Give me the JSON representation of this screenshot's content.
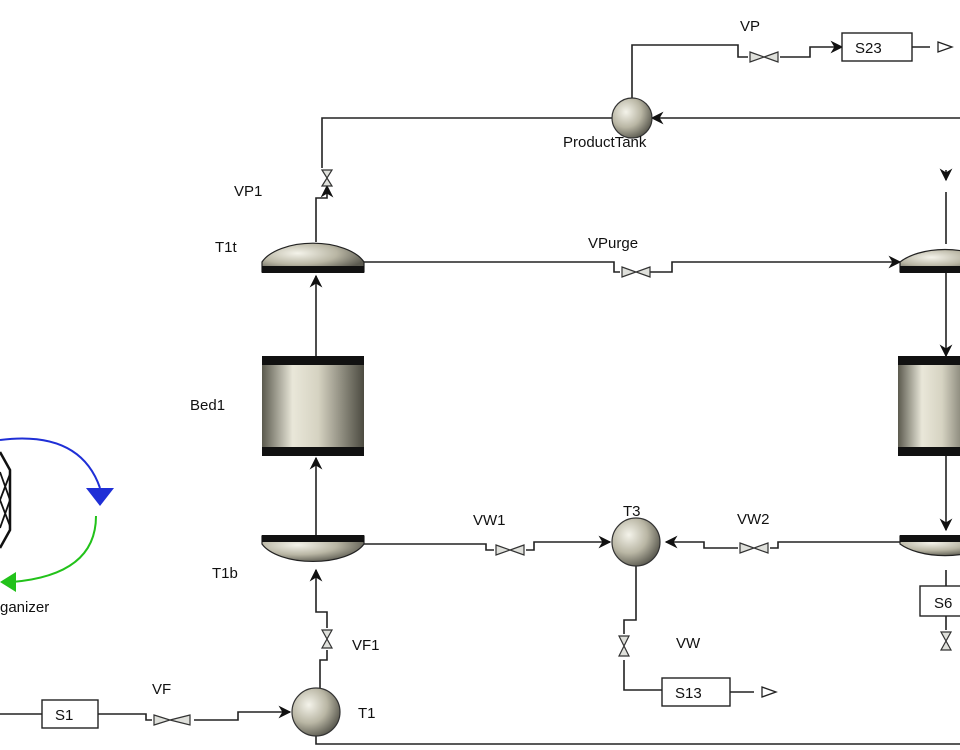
{
  "labels": {
    "vp": "VP",
    "s23": "S23",
    "product_tank": "ProductTank",
    "vp1": "VP1",
    "t1t": "T1t",
    "vpurge": "VPurge",
    "bed1": "Bed1",
    "vw1": "VW1",
    "t3": "T3",
    "vw2": "VW2",
    "t1b": "T1b",
    "s6": "S6",
    "vf1": "VF1",
    "vw": "VW",
    "s13": "S13",
    "s1": "S1",
    "vf": "VF",
    "t1": "T1",
    "organizer": "ganizer"
  },
  "colors": {
    "arc_blue": "#1f2fd6",
    "arc_green": "#22c21a"
  }
}
